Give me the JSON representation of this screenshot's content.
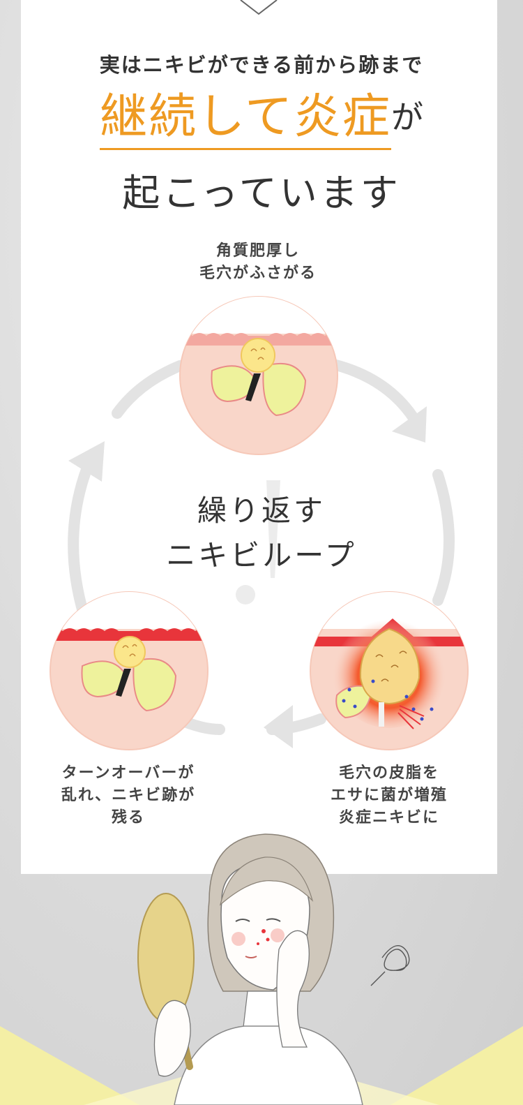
{
  "intro_line": "実はニキビができる前から跡まで",
  "headline": {
    "accent": "継続して炎症",
    "suffix": "が",
    "second_line": "起こっています"
  },
  "loop_title": {
    "line1": "繰り返す",
    "line2": "ニキビループ"
  },
  "stages": [
    {
      "line1": "角質肥厚し",
      "line2": "毛穴がふさがる"
    },
    {
      "line1": "毛穴の皮脂を",
      "line2": "エサに菌が増殖",
      "line3": "炎症ニキビに"
    },
    {
      "line1": "ターンオーバーが",
      "line2": "乱れ、ニキビ跡が",
      "line3": "残る"
    }
  ],
  "colors": {
    "accent_orange": "#ee9a22",
    "skin_pink": "#f8d3c6",
    "inflamed_red": "#e8353b",
    "sebum_yellow": "#eef29c",
    "arrow_gray": "#e3e3e3"
  }
}
